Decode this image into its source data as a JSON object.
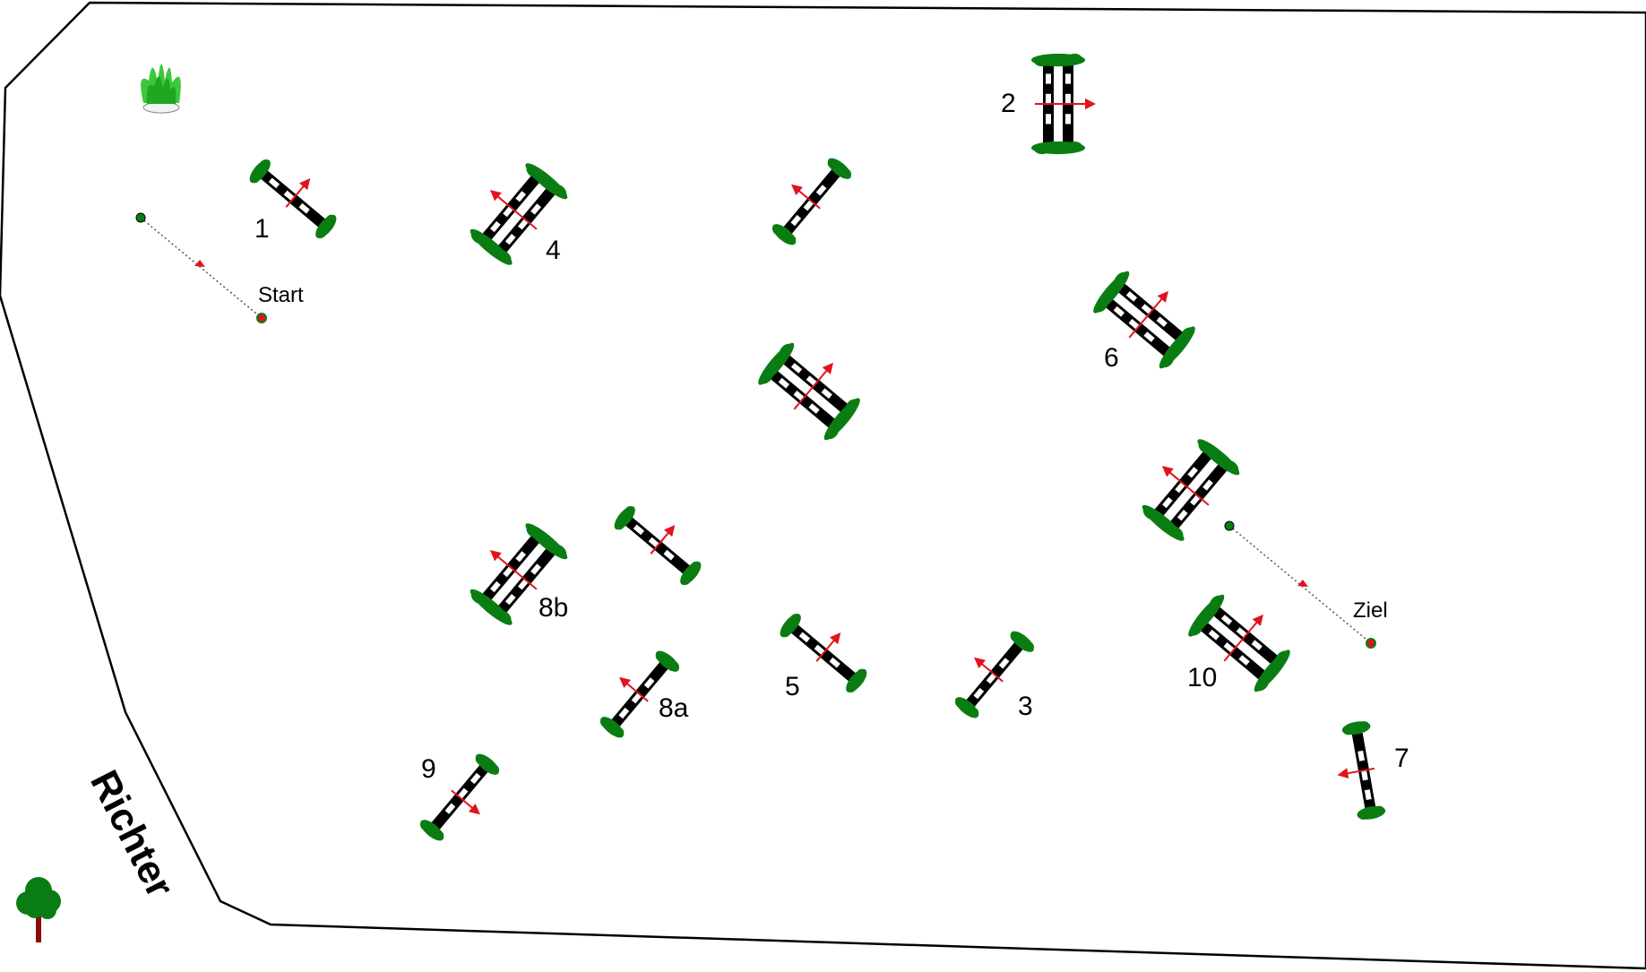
{
  "colors": {
    "pole_dark": "#000000",
    "pole_light": "#ffffff",
    "standard_green": "#0a7d12",
    "direction_arrow": "#e0141e",
    "arena_line": "#000000",
    "flag_green": "#0a7d12",
    "flag_red": "#e0141e",
    "tree_trunk": "#8b0a0a"
  },
  "icons": {
    "plant": "grass-planter-icon",
    "tree": "tree-icon"
  },
  "labels": {
    "start": "Start",
    "finish": "Ziel",
    "judge": "Richter"
  },
  "obstacles": [
    {
      "number": "1",
      "type": "vertical",
      "direction": "forward"
    },
    {
      "number": "2",
      "type": "oxer",
      "direction": "forward"
    },
    {
      "number": "3",
      "type": "vertical",
      "direction": "forward"
    },
    {
      "number": "4",
      "type": "oxer",
      "direction": "forward"
    },
    {
      "number": "5",
      "type": "vertical",
      "direction": "forward"
    },
    {
      "number": "6",
      "type": "oxer",
      "direction": "forward"
    },
    {
      "number": "7",
      "type": "vertical",
      "direction": "forward"
    },
    {
      "number": "8a",
      "type": "vertical",
      "direction": "forward"
    },
    {
      "number": "8b",
      "type": "oxer",
      "direction": "forward"
    },
    {
      "number": "9",
      "type": "vertical",
      "direction": "forward"
    },
    {
      "number": "10",
      "type": "oxer",
      "direction": "forward"
    },
    {
      "number": "",
      "type": "vertical",
      "direction": "forward"
    },
    {
      "number": "",
      "type": "oxer",
      "direction": "forward"
    },
    {
      "number": "",
      "type": "oxer",
      "direction": "forward"
    },
    {
      "number": "",
      "type": "vertical",
      "direction": "forward"
    }
  ]
}
